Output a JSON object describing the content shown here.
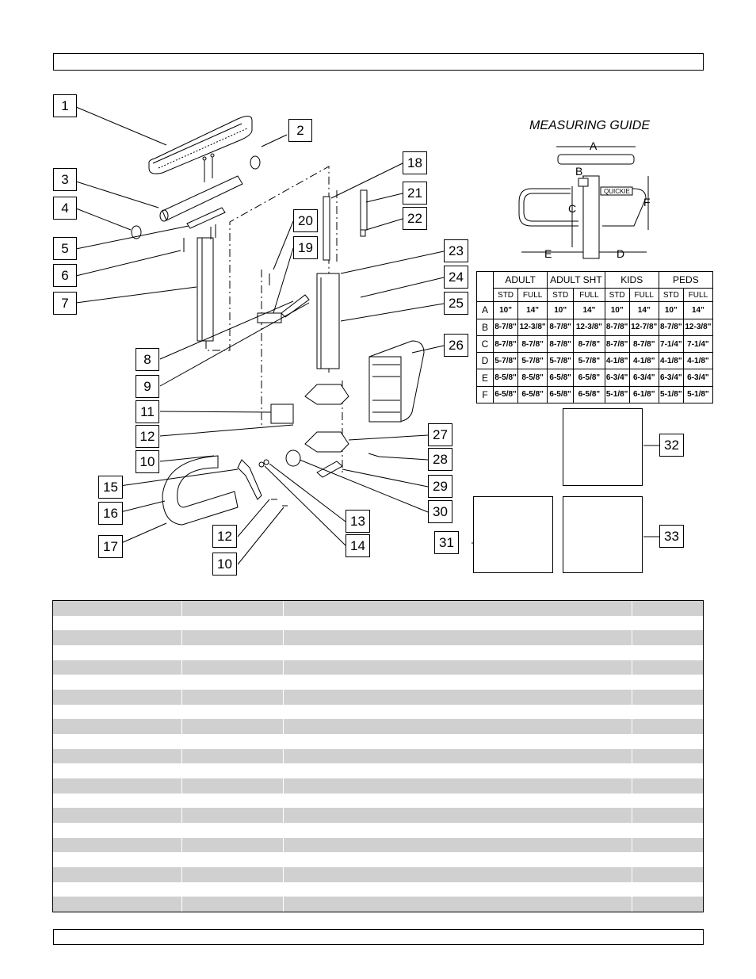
{
  "callouts": [
    "1",
    "2",
    "3",
    "4",
    "5",
    "6",
    "7",
    "8",
    "9",
    "10",
    "11",
    "12",
    "13",
    "14",
    "15",
    "16",
    "17",
    "18",
    "19",
    "20",
    "21",
    "22",
    "23",
    "24",
    "25",
    "26",
    "27",
    "28",
    "29",
    "30",
    "31",
    "32",
    "33",
    "12",
    "10"
  ],
  "measuring_guide": {
    "title": "MEASURING GUIDE",
    "dim_labels": [
      "A",
      "B",
      "C",
      "D",
      "E",
      "F"
    ],
    "brand": "QUICKIE",
    "header_groups": [
      "ADULT",
      "ADULT SHT",
      "KIDS",
      "PEDS"
    ],
    "sub_headers": [
      "STD",
      "FULL",
      "STD",
      "FULL",
      "STD",
      "FULL",
      "STD",
      "FULL"
    ],
    "rows": [
      {
        "label": "A",
        "values": [
          "10\"",
          "14\"",
          "10\"",
          "14\"",
          "10\"",
          "14\"",
          "10\"",
          "14\""
        ]
      },
      {
        "label": "B",
        "values": [
          "8-7/8\"",
          "12-3/8\"",
          "8-7/8\"",
          "12-3/8\"",
          "8-7/8\"",
          "12-7/8\"",
          "8-7/8\"",
          "12-3/8\""
        ]
      },
      {
        "label": "C",
        "values": [
          "8-7/8\"",
          "8-7/8\"",
          "8-7/8\"",
          "8-7/8\"",
          "8-7/8\"",
          "8-7/8\"",
          "7-1/4\"",
          "7-1/4\""
        ]
      },
      {
        "label": "D",
        "values": [
          "5-7/8\"",
          "5-7/8\"",
          "5-7/8\"",
          "5-7/8\"",
          "4-1/8\"",
          "4-1/8\"",
          "4-1/8\"",
          "4-1/8\""
        ]
      },
      {
        "label": "E",
        "values": [
          "8-5/8\"",
          "8-5/8\"",
          "6-5/8\"",
          "6-5/8\"",
          "6-3/4\"",
          "6-3/4\"",
          "6-3/4\"",
          "6-3/4\""
        ]
      },
      {
        "label": "F",
        "values": [
          "6-5/8\"",
          "6-5/8\"",
          "6-5/8\"",
          "6-5/8\"",
          "5-1/8\"",
          "6-1/8\"",
          "5-1/8\"",
          "5-1/8\""
        ]
      }
    ]
  },
  "parts_table": {
    "row_count": 21
  }
}
